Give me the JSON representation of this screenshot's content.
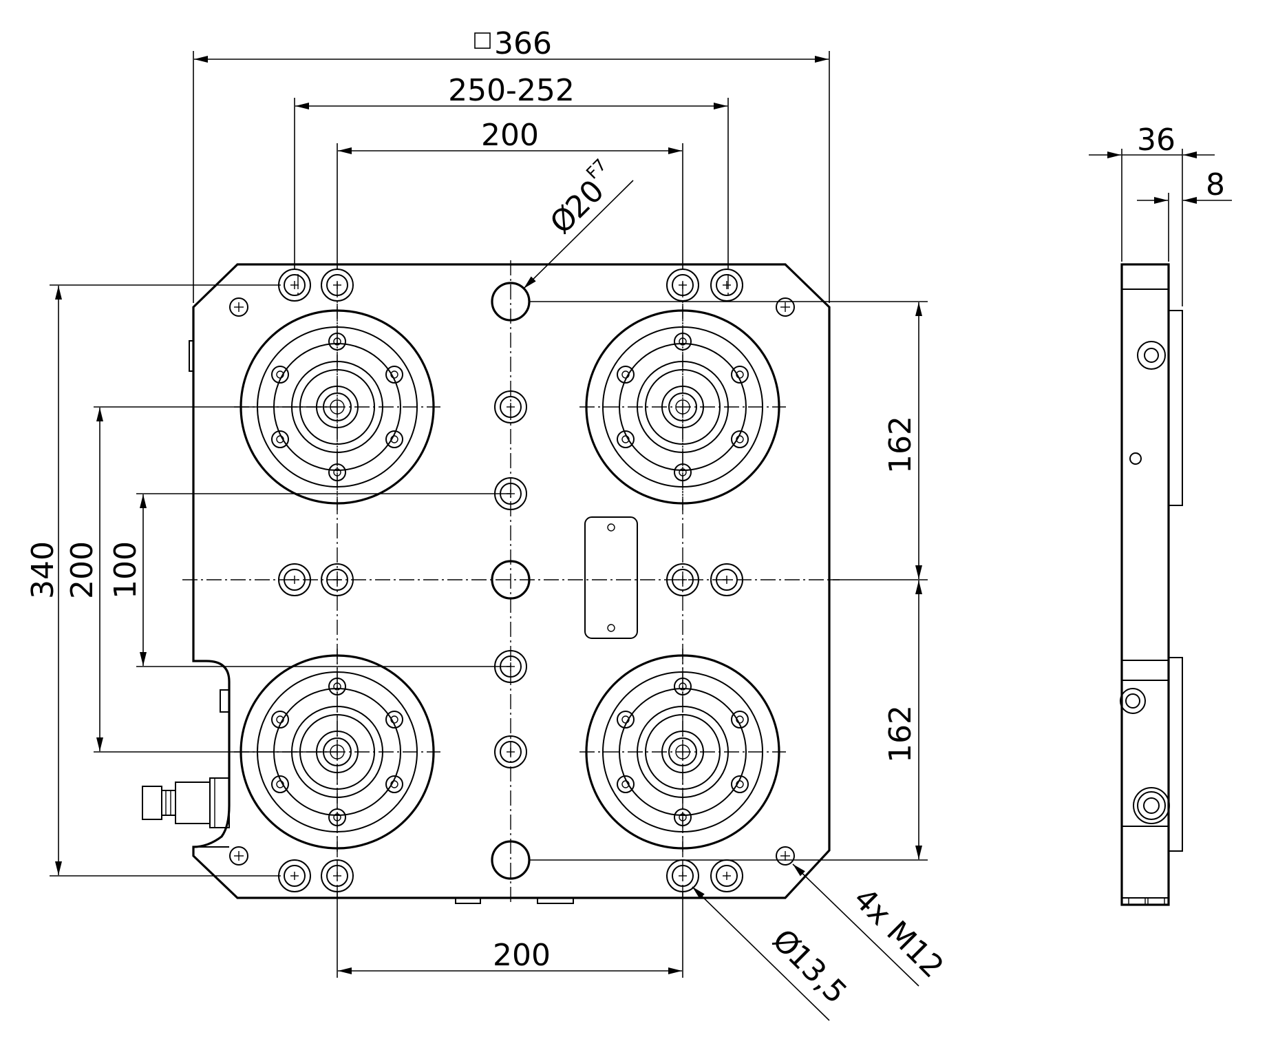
{
  "dimensions": {
    "width_square": "366",
    "width_range": "250-252",
    "width_top": "200",
    "bore_dia": "20",
    "bore_fit": "F7",
    "side_total": "36",
    "side_offset": "8",
    "height_total": "340",
    "height_pitch": "200",
    "height_half": "100",
    "right_upper": "162",
    "right_lower": "162",
    "width_bottom": "200",
    "hole_dia": "13,5",
    "thread": "4x M12"
  },
  "symbols": {
    "square": "□",
    "diameter": "Ø"
  }
}
